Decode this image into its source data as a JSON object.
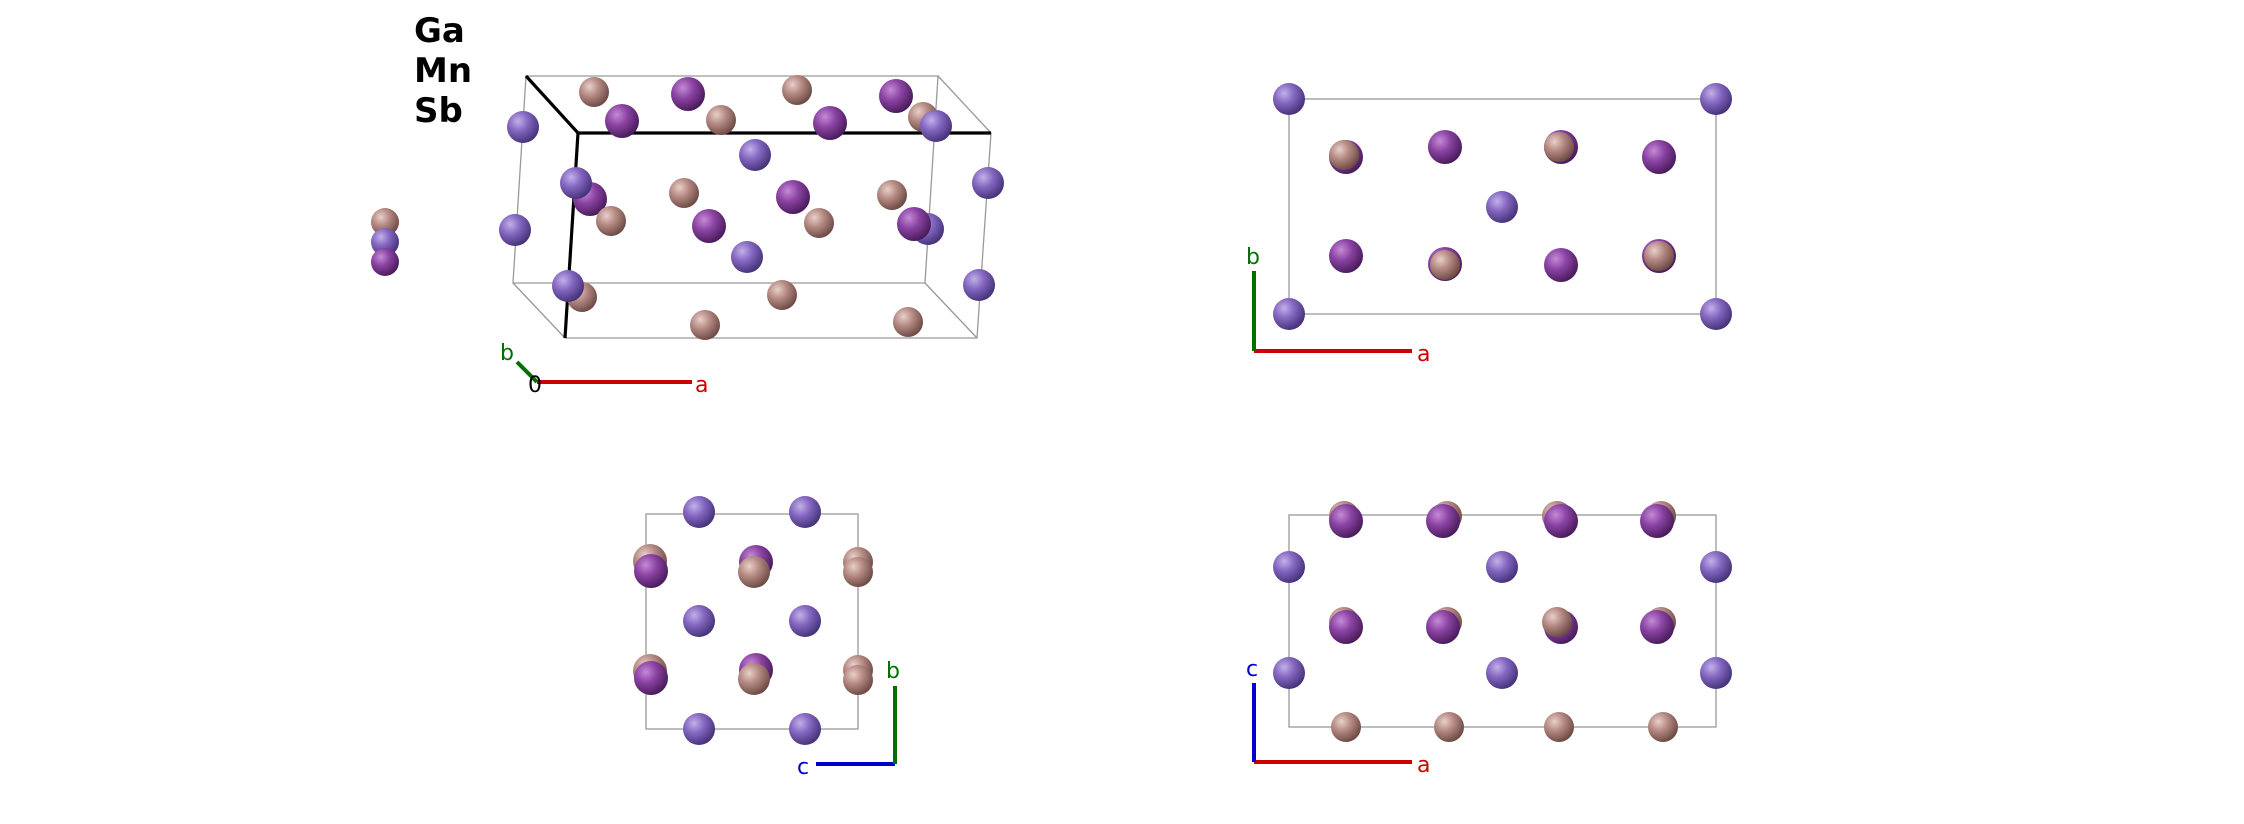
{
  "legend": {
    "elements": [
      "Ga",
      "Mn",
      "Sb"
    ]
  },
  "axes": {
    "a": "a",
    "b": "b",
    "c": "c",
    "origin": "0"
  },
  "colors": {
    "Ga": "#b58a83",
    "Mn": "#8b43a3",
    "Sb": "#8467c0",
    "axis_a": "#cc0000",
    "axis_b": "#007000",
    "axis_c": "#0000cc",
    "cell_line": "#999999",
    "bold_edge": "#000000"
  },
  "views": [
    "perspective",
    "c-axis",
    "a-axis",
    "b-axis"
  ]
}
